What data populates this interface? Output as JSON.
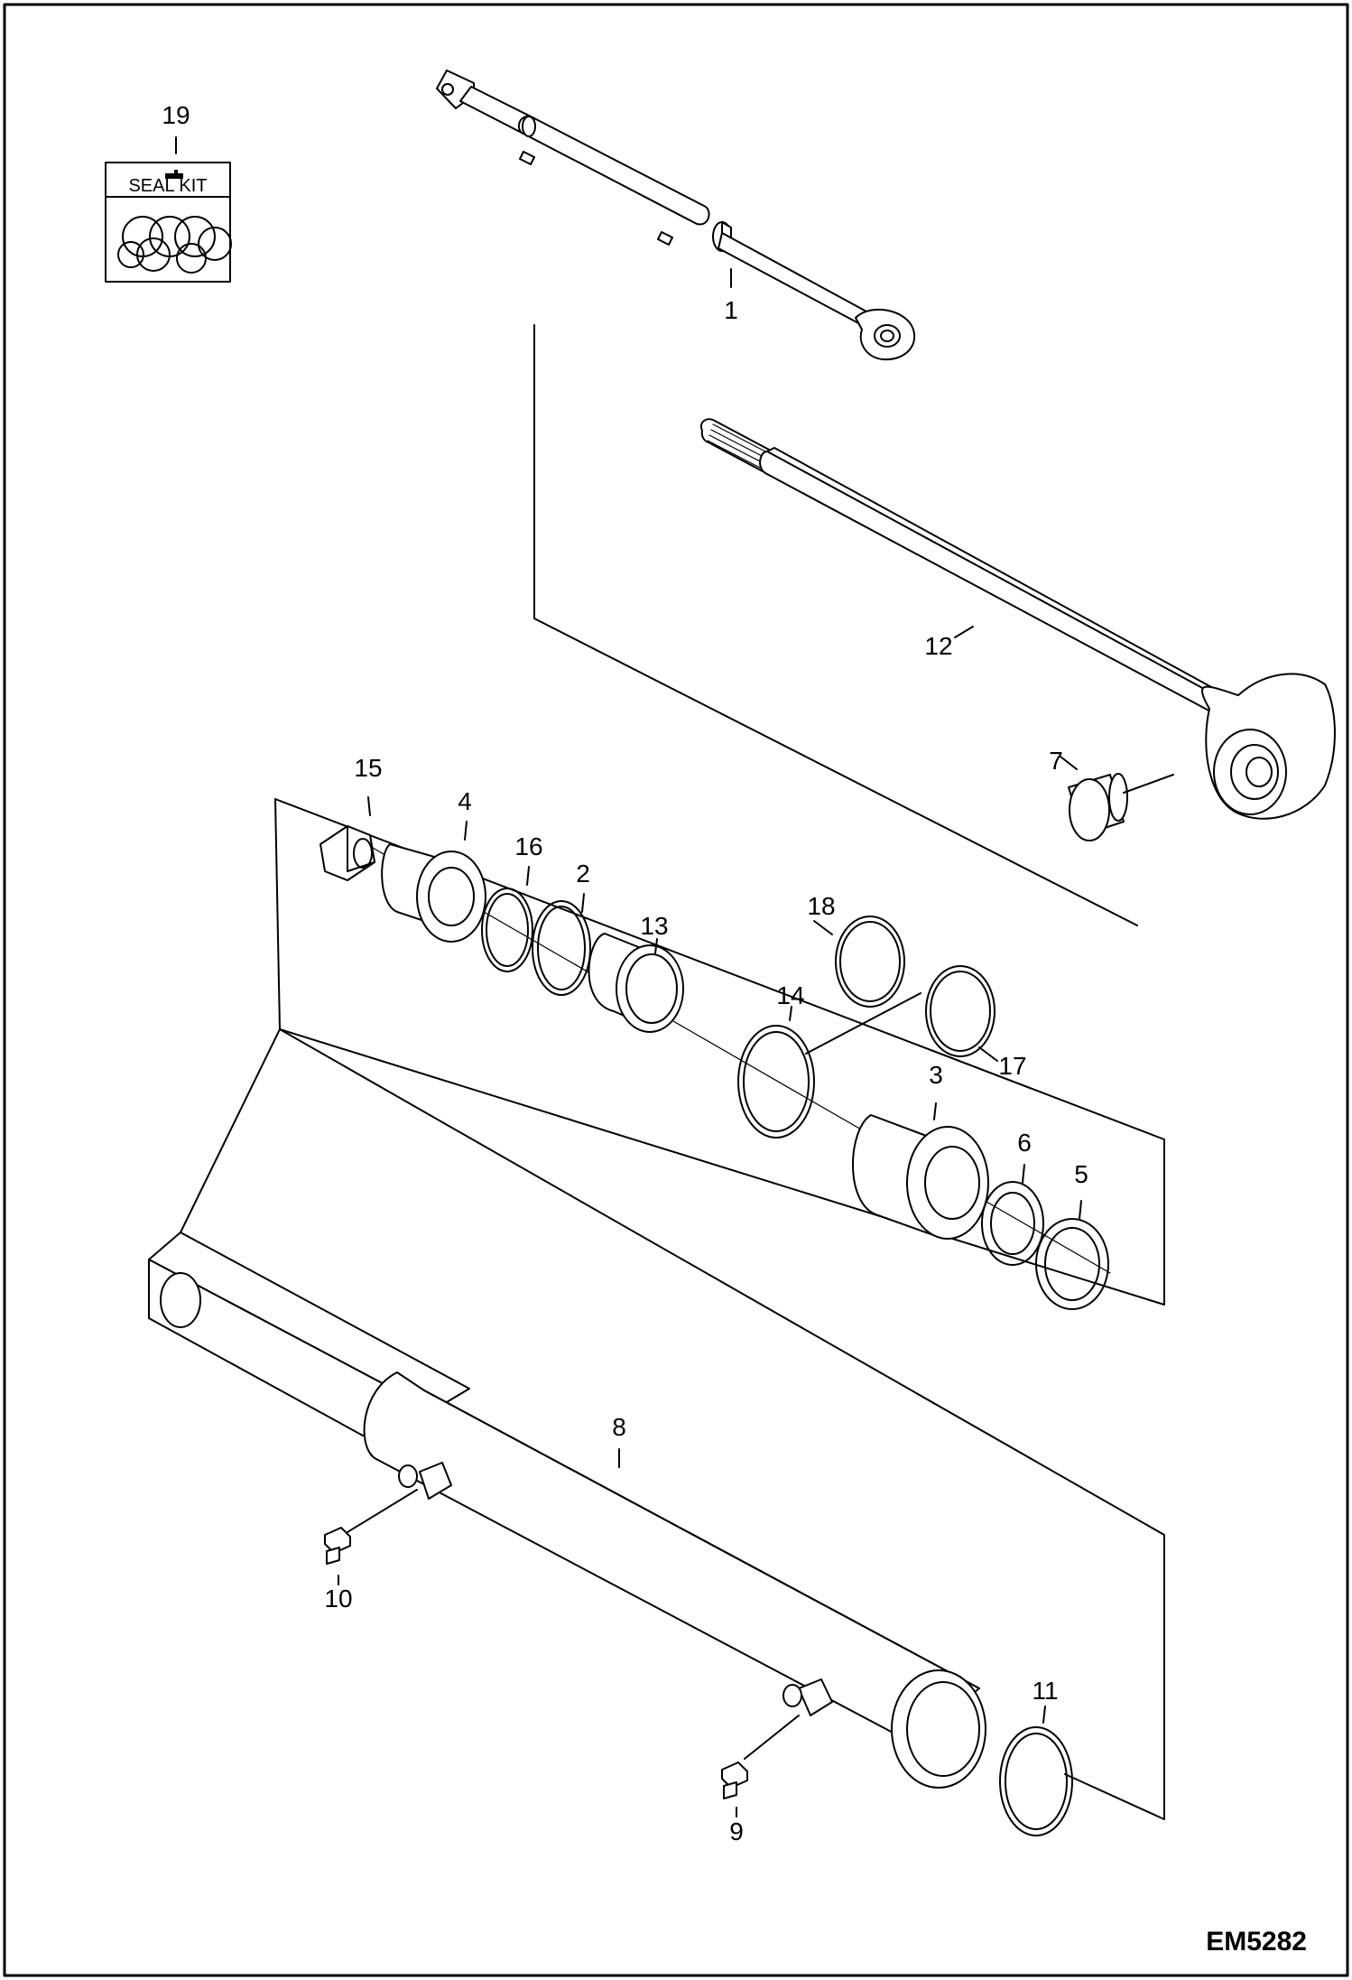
{
  "drawing_code": "EM5282",
  "seal_kit": {
    "number": "19",
    "label": "SEAL KIT"
  },
  "callouts": [
    "1",
    "2",
    "3",
    "4",
    "5",
    "6",
    "7",
    "8",
    "9",
    "10",
    "11",
    "12",
    "13",
    "14",
    "15",
    "16",
    "17",
    "18"
  ]
}
